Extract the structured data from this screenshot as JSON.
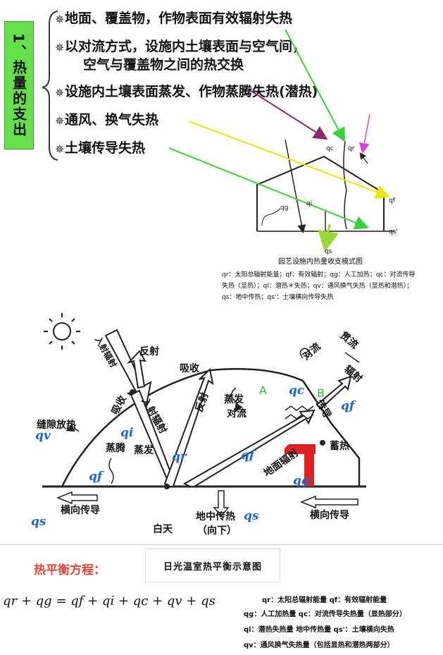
{
  "top": {
    "side_label": "1、热量的支出",
    "items": [
      "地面、覆盖物，作物表面有效辐射失热",
      "以对流方式，设施内土壤表面与空气间，",
      "空气与覆盖物之间的热交换",
      "设施内土壤表面蒸发、作物蒸腾失热(潜热)",
      "通风、换气失热",
      "土壤传导失热"
    ],
    "figure_labels": {
      "qc": "qc",
      "qr": "qr",
      "qi": "qi",
      "qs": "qs",
      "qg": "qg",
      "qf": "qf",
      "qs2": "qs'"
    },
    "caption_title": "园艺设施内热量收支模式图",
    "caption_lines": [
      "qr：太阳总辐射能量；qf：有效辐射；qg：人工加热；qc：对流传导",
      "失热（显热）；qi：潜热＊失热；qv：通风换气失热（显热和潜热）；",
      "qs：地中传热；qs'：土壤横向传导失热"
    ]
  },
  "diagram": {
    "labels": {
      "incident": "入射辐射",
      "reflect1": "反射",
      "absorb": "吸收",
      "absorb2": "吸收",
      "incident2": "入射辐射",
      "reflect2": "反射",
      "evap": "蒸发",
      "convect": "对流",
      "A": "A",
      "B": "B",
      "convect2": "对流",
      "throughflow": "贯流",
      "radiate": "辐射",
      "conduct": "传导",
      "gap_heat": "缝隙放热",
      "transpire": "蒸腾",
      "evap2": "蒸发",
      "ground_rad": "地面辐射",
      "store": "蓄热",
      "lateral_left": "横向传导",
      "lateral_right": "横向传导",
      "ground_down": "地中传热",
      "down": "（向下）",
      "daytime": "白天"
    },
    "q": {
      "qv": "qv",
      "qi": "qi",
      "qf_left": "qf",
      "qs_left": "qs",
      "qr": "qr",
      "qf_mid": "qf",
      "qs_mid": "qs",
      "qc": "qc",
      "qf_right": "qf",
      "qg": "qg"
    }
  },
  "bottom": {
    "balance_title": "热平衡方程：",
    "diagram_title": "日光温室热平衡示意图",
    "equation": "qr + qg = qf + qi + qc + qv + qs",
    "legend": [
      "qr：太阳总辐射能量    qf：有效辐射能量",
      "qg：人工加热量   qc：对流传导失热量（显热部分）",
      "qi：潜热失热量     地中传热量   qs'：土壤横向失热",
      "qv：通风换气失热量（包括显热和潜热两部分）"
    ]
  }
}
